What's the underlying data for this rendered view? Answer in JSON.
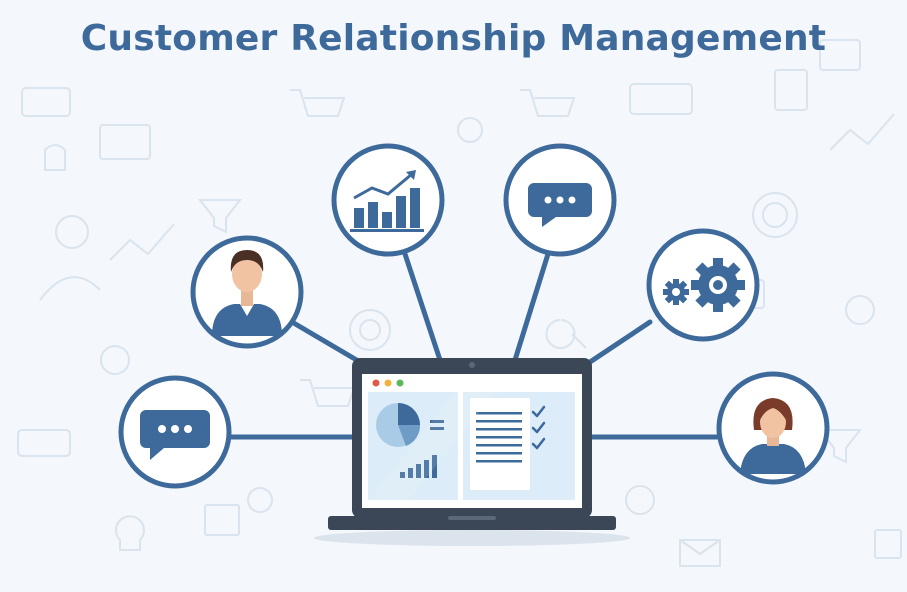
{
  "title": "Customer Relationship Management",
  "colors": {
    "primary": "#3d6a9a",
    "navy": "#2f4f73",
    "light_blue": "#a9cbe6",
    "screen_bg": "#dcecf8",
    "doodle": "#d7e2ee",
    "background": "#f4f7fb"
  },
  "nodes": [
    {
      "name": "chat-bubble-left",
      "icon": "chat-bubble-icon"
    },
    {
      "name": "man-avatar",
      "icon": "man-avatar-icon"
    },
    {
      "name": "bar-chart-growth",
      "icon": "growth-chart-icon"
    },
    {
      "name": "chat-bubble-top",
      "icon": "chat-bubble-icon"
    },
    {
      "name": "gears",
      "icon": "gears-icon"
    },
    {
      "name": "woman-avatar",
      "icon": "woman-avatar-icon"
    }
  ],
  "laptop": {
    "window_dots": [
      "#e05a47",
      "#f2b33d",
      "#5cb85c"
    ],
    "left_panel_icons": [
      "pie-chart-icon",
      "bar-chart-icon"
    ],
    "right_panel_icons": [
      "checklist-icon"
    ]
  }
}
